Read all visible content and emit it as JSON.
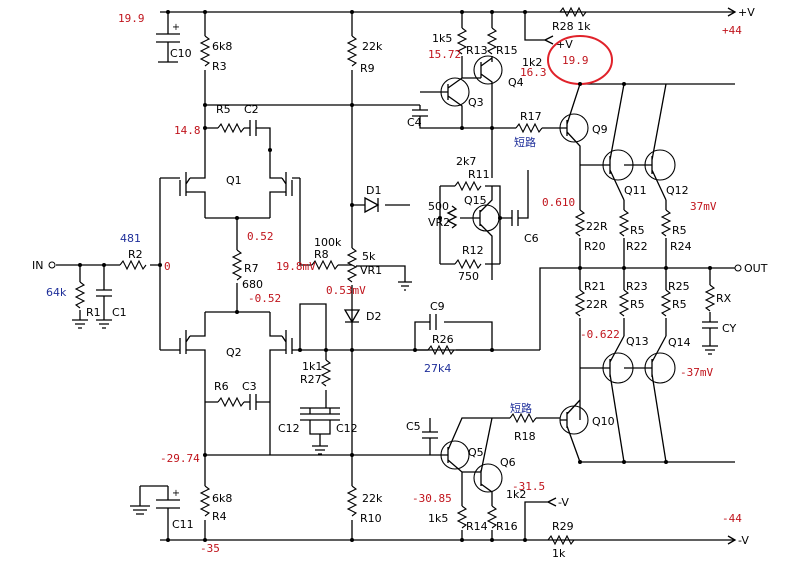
{
  "rails": {
    "pos_label": "+V",
    "neg_label": "-V",
    "mid_pos_label": "-V",
    "top_mid_label": "+V"
  },
  "io": {
    "in_label": "IN",
    "out_label": "OUT"
  },
  "resistors": {
    "r1": "R1",
    "r2": "R2",
    "r3": "R3",
    "r4": "R4",
    "r5": "R5",
    "r6": "R6",
    "r7": "R7",
    "r8": "R8",
    "r9": "R9",
    "r10": "R10",
    "r11": "R11",
    "r12": "R12",
    "r13": "R13",
    "r14": "R14",
    "r15": "R15",
    "r16": "R16",
    "r17": "R17",
    "r18": "R18",
    "r20": "R20",
    "r21": "R21",
    "r22": "R22",
    "r23": "R23",
    "r24": "R24",
    "r25": "R25",
    "r26": "R26",
    "r27": "R27",
    "r28": "R28 1k",
    "r29": "R29",
    "rx": "RX",
    "vr1": "VR1",
    "vr2": "VR2"
  },
  "values": {
    "r3_val": "6k8",
    "r4_val": "6k8",
    "r9_val": "22k",
    "r10_val": "22k",
    "r13_val": "1k5",
    "r14_val": "1k5",
    "r15_val": "1k2",
    "r16_val": "1k2",
    "r29_val": "1k",
    "vr1_val": "5k",
    "r27_val": "1k1",
    "r8_val": "100k",
    "r7_val": "680",
    "r2_val": "481",
    "r1_val": "64k",
    "r11_val": "2k7",
    "r12_val": "750",
    "vr2_val": "500",
    "r26_val": "27k4",
    "r20_val": "22R",
    "r21_val": "22R",
    "r22_val": "R5",
    "r23_val": "R5",
    "r24_val": "R5",
    "r25_val": "R5",
    "r17_val": "短路",
    "r18_val": "短路"
  },
  "caps": {
    "c1": "C1",
    "c2": "C2",
    "c3": "C3",
    "c4": "C4",
    "c5": "C5",
    "c6": "C6",
    "c9": "C9",
    "c10": "C10",
    "c11": "C11",
    "c12a": "C12",
    "c12b": "C12",
    "cy": "CY"
  },
  "transistors": {
    "q1": "Q1",
    "q2": "Q2",
    "q3": "Q3",
    "q4": "Q4",
    "q5": "Q5",
    "q6": "Q6",
    "q9": "Q9",
    "q10": "Q10",
    "q11": "Q11",
    "q12": "Q12",
    "q13": "Q13",
    "q14": "Q14",
    "q15": "Q15"
  },
  "diodes": {
    "d1": "D1",
    "d2": "D2"
  },
  "measurements": {
    "v_top_left": "19.9",
    "v_top_right": "+44",
    "v_r5": "14.8",
    "v_q1_src": "0.52",
    "v_in_node": "0",
    "v_q2_src": "-0.52",
    "v_r8": "19.8mV",
    "v_vr1": "0.53mV",
    "v_q3": "15.72",
    "v_q4": "16.3",
    "v_circled": "19.9",
    "v_r20": "0.610",
    "v_r24": "37mV",
    "v_r21": "-0.622",
    "v_q14": "-37mV",
    "v_neg_left": "-29.74",
    "v_q5": "-30.85",
    "v_q6": "-31.5",
    "v_bottom_left": "-35",
    "v_bottom_right": "-44"
  },
  "colors": {
    "wire": "#000000",
    "measurement": "#c0141c",
    "annotation": "#1f2f9a",
    "highlight": "#e0222a"
  }
}
